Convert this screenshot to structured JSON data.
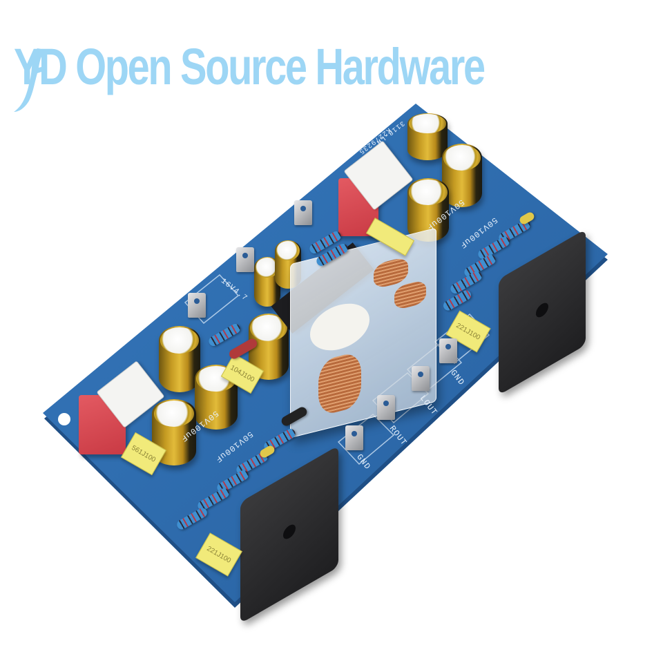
{
  "watermark": {
    "text": "YD Open Source Hardware",
    "logo": "music-note-icon",
    "color": "#9dd6f5"
  },
  "board": {
    "description": "Blue audio amplifier PCB with relay, electrolytic capacitors, resistors and bridge rectifiers",
    "pcb_color": "#2f6fb0",
    "silkscreen": {
      "capacitor_labels": [
        "50V100uF",
        "50V100uF",
        "50V100uF",
        "50V100uF"
      ],
      "output_labels": [
        "GND",
        "ROUT",
        "LOUT",
        "GND"
      ],
      "input_connector_label": "GND",
      "part_number": "K2279235",
      "misc_label": "16V4.7",
      "code_label": "3118-LH"
    },
    "film_capacitors": [
      "561J100",
      "104J100",
      "221J100",
      "221J100"
    ]
  }
}
